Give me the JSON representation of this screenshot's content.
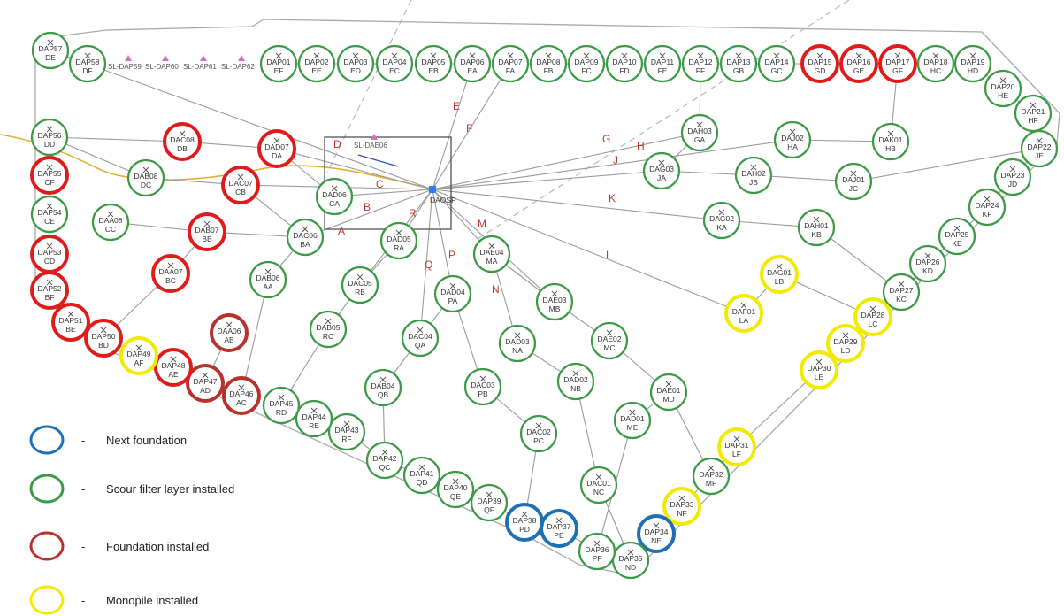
{
  "colors": {
    "scour": "#3c9a46",
    "foundation": "#b7322c",
    "foundation_bright": "#e01b1b",
    "monopile": "#f2ea00",
    "next": "#1f6fb5",
    "cable_label": "#c0392b",
    "line": "#9a9a9a",
    "export_cable": "#e0b030",
    "substation": "#2e7df0"
  },
  "substation": {
    "label": "DAOSP"
  },
  "sl_markers": [
    "SL-DAP59",
    "SL-DAP60",
    "SL-DAP61",
    "SL-DAP62",
    "SL-DAE06"
  ],
  "cable_labels": [
    "A",
    "B",
    "C",
    "D",
    "E",
    "F",
    "G",
    "H",
    "J",
    "K",
    "L",
    "M",
    "N",
    "P",
    "Q",
    "R"
  ],
  "nodes": [
    {
      "id": "DAP57",
      "code": "DE",
      "status": "scour"
    },
    {
      "id": "DAP58",
      "code": "DF",
      "status": "scour"
    },
    {
      "id": "DAP01",
      "code": "EF",
      "status": "scour"
    },
    {
      "id": "DAP02",
      "code": "EE",
      "status": "scour"
    },
    {
      "id": "DAP03",
      "code": "ED",
      "status": "scour"
    },
    {
      "id": "DAP04",
      "code": "EC",
      "status": "scour"
    },
    {
      "id": "DAP05",
      "code": "EB",
      "status": "scour"
    },
    {
      "id": "DAP06",
      "code": "EA",
      "status": "scour"
    },
    {
      "id": "DAP07",
      "code": "FA",
      "status": "scour"
    },
    {
      "id": "DAP08",
      "code": "FB",
      "status": "scour"
    },
    {
      "id": "DAP09",
      "code": "FC",
      "status": "scour"
    },
    {
      "id": "DAP10",
      "code": "FD",
      "status": "scour"
    },
    {
      "id": "DAP11",
      "code": "FE",
      "status": "scour"
    },
    {
      "id": "DAP12",
      "code": "FF",
      "status": "scour"
    },
    {
      "id": "DAP13",
      "code": "GB",
      "status": "scour"
    },
    {
      "id": "DAP14",
      "code": "GC",
      "status": "scour"
    },
    {
      "id": "DAP15",
      "code": "GD",
      "status": "foundation_bright"
    },
    {
      "id": "DAP16",
      "code": "GE",
      "status": "foundation_bright"
    },
    {
      "id": "DAP17",
      "code": "GF",
      "status": "foundation_bright"
    },
    {
      "id": "DAP18",
      "code": "HC",
      "status": "scour"
    },
    {
      "id": "DAP19",
      "code": "HD",
      "status": "scour"
    },
    {
      "id": "DAP20",
      "code": "HE",
      "status": "scour"
    },
    {
      "id": "DAP21",
      "code": "HF",
      "status": "scour"
    },
    {
      "id": "DAP22",
      "code": "JE",
      "status": "scour"
    },
    {
      "id": "DAP23",
      "code": "JD",
      "status": "scour"
    },
    {
      "id": "DAP24",
      "code": "KF",
      "status": "scour"
    },
    {
      "id": "DAP25",
      "code": "KE",
      "status": "scour"
    },
    {
      "id": "DAP26",
      "code": "KD",
      "status": "scour"
    },
    {
      "id": "DAP27",
      "code": "KC",
      "status": "scour"
    },
    {
      "id": "DAP28",
      "code": "LC",
      "status": "monopile"
    },
    {
      "id": "DAP29",
      "code": "LD",
      "status": "monopile"
    },
    {
      "id": "DAP30",
      "code": "LE",
      "status": "monopile"
    },
    {
      "id": "DAP31",
      "code": "LF",
      "status": "monopile"
    },
    {
      "id": "DAP32",
      "code": "MF",
      "status": "scour"
    },
    {
      "id": "DAP33",
      "code": "NF",
      "status": "monopile"
    },
    {
      "id": "DAP34",
      "code": "NE",
      "status": "next"
    },
    {
      "id": "DAP35",
      "code": "ND",
      "status": "scour"
    },
    {
      "id": "DAP36",
      "code": "PF",
      "status": "scour"
    },
    {
      "id": "DAP37",
      "code": "PE",
      "status": "next"
    },
    {
      "id": "DAP38",
      "code": "PD",
      "status": "next"
    },
    {
      "id": "DAP39",
      "code": "QF",
      "status": "scour"
    },
    {
      "id": "DAP40",
      "code": "QE",
      "status": "scour"
    },
    {
      "id": "DAP41",
      "code": "QD",
      "status": "scour"
    },
    {
      "id": "DAP42",
      "code": "QC",
      "status": "scour"
    },
    {
      "id": "DAP43",
      "code": "RF",
      "status": "scour"
    },
    {
      "id": "DAP44",
      "code": "RE",
      "status": "scour"
    },
    {
      "id": "DAP45",
      "code": "RD",
      "status": "scour"
    },
    {
      "id": "DAP46",
      "code": "AC",
      "status": "foundation"
    },
    {
      "id": "DAP47",
      "code": "AD",
      "status": "foundation"
    },
    {
      "id": "DAP48",
      "code": "AE",
      "status": "foundation_bright"
    },
    {
      "id": "DAP49",
      "code": "AF",
      "status": "monopile"
    },
    {
      "id": "DAP50",
      "code": "BD",
      "status": "foundation_bright"
    },
    {
      "id": "DAP51",
      "code": "BE",
      "status": "foundation_bright"
    },
    {
      "id": "DAP52",
      "code": "BF",
      "status": "foundation_bright"
    },
    {
      "id": "DAP53",
      "code": "CD",
      "status": "foundation_bright"
    },
    {
      "id": "DAP54",
      "code": "CE",
      "status": "scour"
    },
    {
      "id": "DAP55",
      "code": "CF",
      "status": "foundation_bright"
    },
    {
      "id": "DAP56",
      "code": "DD",
      "status": "scour"
    },
    {
      "id": "DAC08",
      "code": "DB",
      "status": "foundation_bright"
    },
    {
      "id": "DAD07",
      "code": "DA",
      "status": "foundation_bright"
    },
    {
      "id": "DAB08",
      "code": "DC",
      "status": "scour"
    },
    {
      "id": "DAC07",
      "code": "CB",
      "status": "foundation_bright"
    },
    {
      "id": "DAD06",
      "code": "CA",
      "status": "scour"
    },
    {
      "id": "DAA08",
      "code": "CC",
      "status": "scour"
    },
    {
      "id": "DAB07",
      "code": "BB",
      "status": "foundation_bright"
    },
    {
      "id": "DAC06",
      "code": "BA",
      "status": "scour"
    },
    {
      "id": "DAA07",
      "code": "BC",
      "status": "foundation_bright"
    },
    {
      "id": "DAB06",
      "code": "AA",
      "status": "scour"
    },
    {
      "id": "DAA06",
      "code": "AB",
      "status": "foundation"
    },
    {
      "id": "DAD05",
      "code": "RA",
      "status": "scour"
    },
    {
      "id": "DAC05",
      "code": "RB",
      "status": "scour"
    },
    {
      "id": "DAB05",
      "code": "RC",
      "status": "scour"
    },
    {
      "id": "DAC04",
      "code": "QA",
      "status": "scour"
    },
    {
      "id": "DAB04",
      "code": "QB",
      "status": "scour"
    },
    {
      "id": "DAD04",
      "code": "PA",
      "status": "scour"
    },
    {
      "id": "DAC03",
      "code": "PB",
      "status": "scour"
    },
    {
      "id": "DAC02",
      "code": "PC",
      "status": "scour"
    },
    {
      "id": "DAE04",
      "code": "MA",
      "status": "scour"
    },
    {
      "id": "DAD03",
      "code": "NA",
      "status": "scour"
    },
    {
      "id": "DAD02",
      "code": "NB",
      "status": "scour"
    },
    {
      "id": "DAC01",
      "code": "NC",
      "status": "scour"
    },
    {
      "id": "DAE03",
      "code": "MB",
      "status": "scour"
    },
    {
      "id": "DAE02",
      "code": "MC",
      "status": "scour"
    },
    {
      "id": "DAE01",
      "code": "MD",
      "status": "scour"
    },
    {
      "id": "DAD01",
      "code": "ME",
      "status": "scour"
    },
    {
      "id": "DAH03",
      "code": "GA",
      "status": "scour"
    },
    {
      "id": "DAJ02",
      "code": "HA",
      "status": "scour"
    },
    {
      "id": "DAK01",
      "code": "HB",
      "status": "scour"
    },
    {
      "id": "DAG03",
      "code": "JA",
      "status": "scour"
    },
    {
      "id": "DAH02",
      "code": "JB",
      "status": "scour"
    },
    {
      "id": "DAJ01",
      "code": "JC",
      "status": "scour"
    },
    {
      "id": "DAG02",
      "code": "KA",
      "status": "scour"
    },
    {
      "id": "DAH01",
      "code": "KB",
      "status": "scour"
    },
    {
      "id": "DAG01",
      "code": "LB",
      "status": "monopile"
    },
    {
      "id": "DAF01",
      "code": "LA",
      "status": "monopile"
    }
  ],
  "legend": [
    {
      "status": "next",
      "dash": "-",
      "label": "Next foundation"
    },
    {
      "status": "scour",
      "dash": "-",
      "label": "Scour filter layer installed"
    },
    {
      "status": "foundation",
      "dash": "-",
      "label": "Foundation installed"
    },
    {
      "status": "monopile",
      "dash": "-",
      "label": "Monopile installed"
    }
  ]
}
